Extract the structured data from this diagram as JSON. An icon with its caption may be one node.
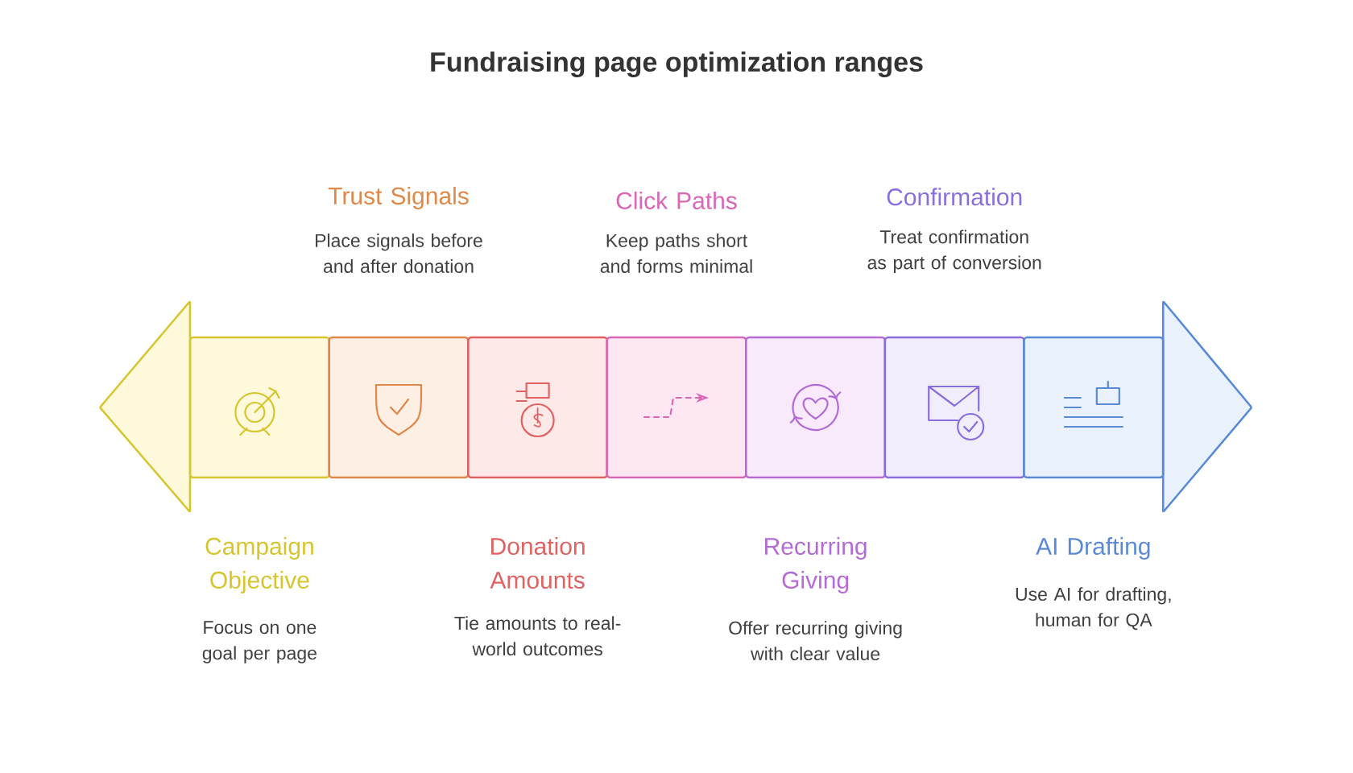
{
  "diagram": {
    "title": "Fundraising page optimization ranges",
    "nodes": [
      {
        "text": [],
        "shape": "box"
      },
      {
        "text": [],
        "shape": "box"
      },
      {
        "text": [],
        "shape": "box"
      },
      {
        "text": [],
        "shape": "box"
      },
      {
        "text": [],
        "shape": "box"
      },
      {
        "text": [],
        "shape": "box"
      },
      {
        "text": [],
        "shape": "box"
      }
    ],
    "labels": [
      "Campaign Objective",
      "Focus on one goal per page",
      "Trust Signals",
      "Place signals before and after donation",
      "Donation Amounts",
      "Tie amounts to real-world outcomes",
      "Click Paths",
      "Keep paths short and forms minimal",
      "Recurring Giving",
      "Offer recurring giving with clear value",
      "Confirmation",
      "Treat confirmation as part of conversion",
      "AI Drafting",
      "Use AI for drafting, human for QA"
    ]
  }
}
